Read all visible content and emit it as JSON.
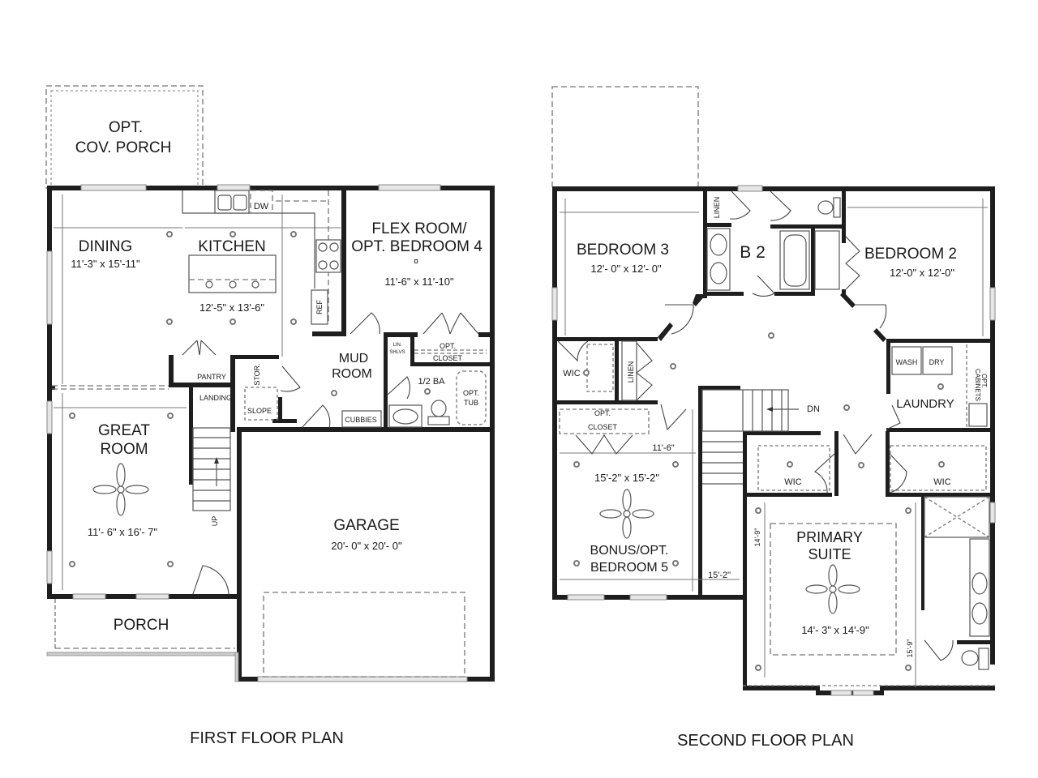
{
  "first_floor": {
    "title": "FIRST FLOOR PLAN",
    "rooms": {
      "opt_cov_porch": {
        "line1": "OPT.",
        "line2": "COV. PORCH"
      },
      "dining": {
        "name": "DINING",
        "dims": "11'-3\" x 15'-11\""
      },
      "kitchen": {
        "name": "KITCHEN",
        "dims": "12'-5\" x 13'-6\""
      },
      "flex_room": {
        "line1": "FLEX ROOM/",
        "line2": "OPT. BEDROOM 4",
        "dims": "11'-6\" x 11'-10\""
      },
      "mud_room": {
        "line1": "MUD",
        "line2": "ROOM"
      },
      "half_bath": {
        "name": "1/2 BA"
      },
      "opt_tub": {
        "line1": "OPT.",
        "line2": "TUB"
      },
      "opt_closet": {
        "line1": "OPT.",
        "line2": "CLOSET"
      },
      "lin_shlvs": {
        "line1": "LIN.",
        "line2": "SHLVS"
      },
      "cubbies": {
        "name": "CUBBIES"
      },
      "pantry": {
        "name": "PANTRY"
      },
      "landing": {
        "name": "LANDING"
      },
      "stor": {
        "name": "STOR."
      },
      "slope": {
        "name": "SLOPE"
      },
      "great_room": {
        "line1": "GREAT",
        "line2": "ROOM",
        "dims": "11'- 6\" x 16'- 7\""
      },
      "porch": {
        "name": "PORCH"
      },
      "garage": {
        "name": "GARAGE",
        "dims": "20'- 0\" x 20'- 0\""
      }
    },
    "fixtures": {
      "dishwasher": "DW",
      "refrigerator": "REF",
      "stairs_direction": "UP"
    }
  },
  "second_floor": {
    "title": "SECOND FLOOR PLAN",
    "rooms": {
      "bedroom3": {
        "name": "BEDROOM 3",
        "dims": "12'- 0\" x 12'- 0\""
      },
      "bath2": {
        "name": "B 2"
      },
      "bedroom2": {
        "name": "BEDROOM 2",
        "dims": "12'-0\" x 12'-0\""
      },
      "linen_top": {
        "name": "LINEN"
      },
      "linen_mid": {
        "name": "LINEN"
      },
      "wic_bed3": {
        "name": "WIC"
      },
      "laundry": {
        "name": "LAUNDRY",
        "washer": "WASH",
        "dryer": "DRY",
        "opt_cabinets_1": "OPT.",
        "opt_cabinets_2": "CABINETS"
      },
      "opt_closet": {
        "line1": "OPT.",
        "line2": "CLOSET"
      },
      "bonus": {
        "line1": "BONUS/OPT.",
        "line2": "BEDROOM 5",
        "dims": "15'-2\" x 15'-2\"",
        "dim_top": "11'-6\"",
        "dim_bottom": "15'-2\""
      },
      "wic_left": {
        "name": "WIC"
      },
      "wic_right": {
        "name": "WIC"
      },
      "primary": {
        "line1": "PRIMARY",
        "line2": "SUITE",
        "dims": "14'- 3\" x 14'-9\"",
        "dim_left": "14'-9\"",
        "dim_right": "15'-9\""
      }
    },
    "fixtures": {
      "stairs_direction": "DN"
    }
  }
}
